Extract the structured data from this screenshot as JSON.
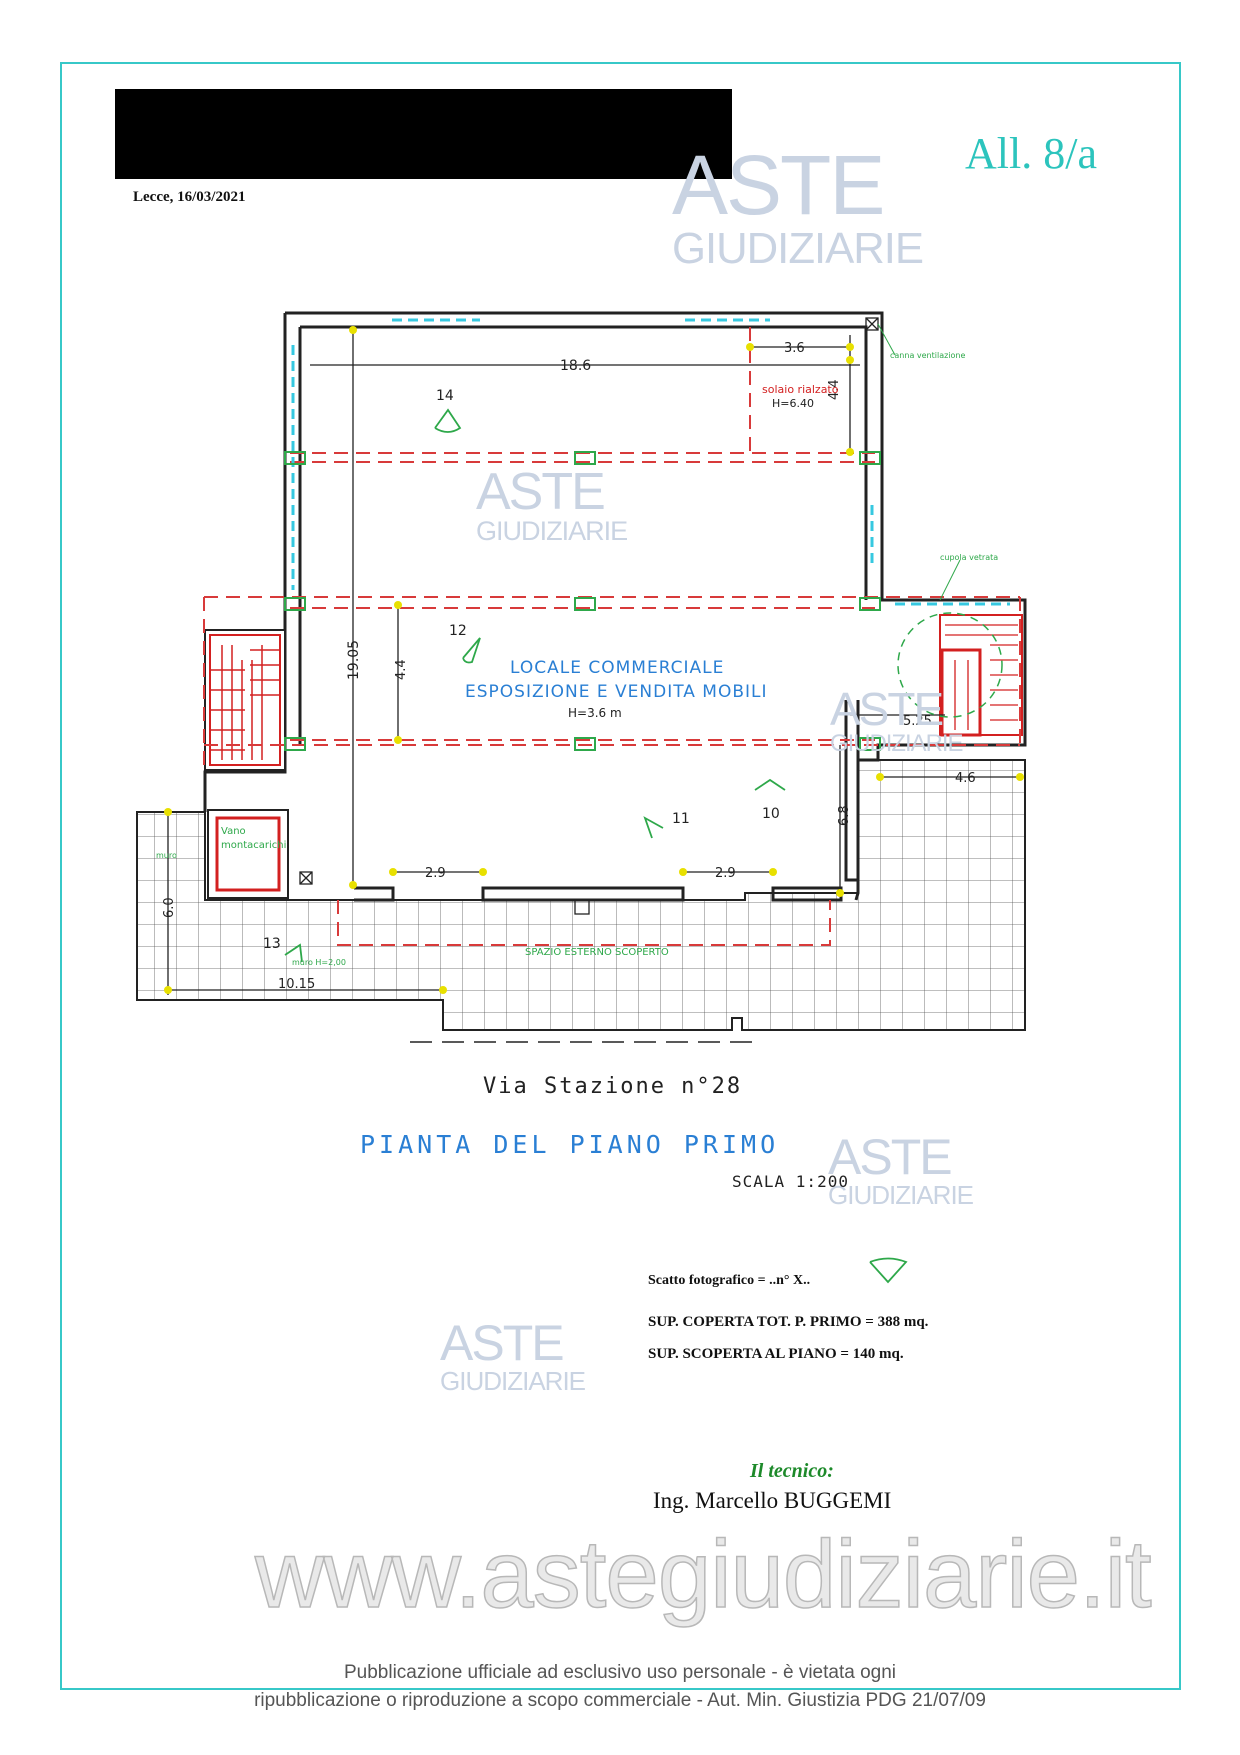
{
  "header": {
    "date": "Lecce, 16/03/2021",
    "attachment": "All. 8/a"
  },
  "watermark": {
    "line1": "ASTE",
    "line2": "GIUDIZIARIE",
    "site": "www.astegiudiziarie.it"
  },
  "plan": {
    "room_name_1": "LOCALE COMMERCIALE",
    "room_name_2": "ESPOSIZIONE E VENDITA MOBILI",
    "room_height": "H=3.6 m",
    "raised_floor": "solaio rialzato",
    "raised_height": "H=6.40",
    "ventilation": "canna ventilazione",
    "glass_dome": "cupola vetrata",
    "lift_1": "Vano",
    "lift_2": "montacarichi",
    "wall": "muro",
    "wall_height": "muro H=2,00",
    "outdoor": "SPAZIO ESTERNO SCOPERTO",
    "dimensions": {
      "d18_6": "18.6",
      "d3_6": "3.6",
      "d4_4a": "4.4",
      "d4_4b": "4.4",
      "d19_05": "19.05",
      "d5_25": "5.25",
      "d4_6": "4.6",
      "d6_8": "6.8",
      "d2_9a": "2.9",
      "d2_9b": "2.9",
      "d6_0": "6.0",
      "d10_15": "10.15"
    },
    "photo_points": {
      "p14": "14",
      "p12": "12",
      "p11": "11",
      "p10": "10",
      "p13": "13"
    }
  },
  "street": "Via Stazione n°28",
  "title": "PIANTA DEL PIANO PRIMO",
  "scale": "SCALA 1:200",
  "legend": {
    "photo": "Scatto fotografico = ..n° X..",
    "covered": "SUP. COPERTA TOT. P. PRIMO =  388 mq.",
    "uncovered": "SUP.  SCOPERTA AL PIANO = 140 mq."
  },
  "signature": {
    "label": "Il tecnico:",
    "name": "Ing. Marcello BUGGEMI"
  },
  "footer": {
    "line1": "Pubblicazione ufficiale ad esclusivo uso personale - è vietata ogni",
    "line2": "ripubblicazione o riproduzione a scopo commerciale - Aut. Min. Giustizia PDG 21/07/09"
  },
  "colors": {
    "frame": "#37c8c8",
    "dashed_red": "#d83a3a",
    "dim_yellow": "#e8e000",
    "title_blue": "#2a7fd4",
    "tecnico_green": "#1d8a2a"
  }
}
